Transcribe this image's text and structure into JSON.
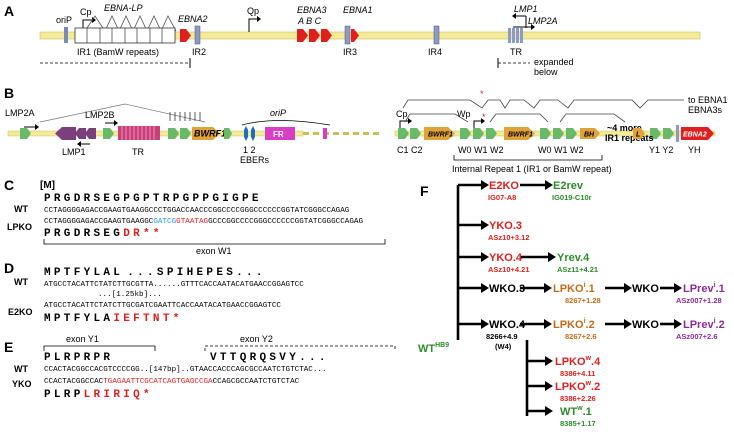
{
  "panels": {
    "a": "A",
    "b": "B",
    "c": "C",
    "d": "D",
    "e": "E",
    "f": "F"
  },
  "panel_a": {
    "orip": "oriP",
    "cp": "Cp",
    "ebna_lp": "EBNA-LP",
    "ebna2": "EBNA2",
    "qp": "Qp",
    "ebna3": "EBNA3",
    "ebna3_sub": "A  B  C",
    "ebna1": "EBNA1",
    "lmp1": "LMP1",
    "lmp2a": "LMP2A",
    "ir1": "IR1 (BamW repeats)",
    "ir2": "IR2",
    "ir3": "IR3",
    "ir4": "IR4",
    "tr": "TR",
    "expanded": "expanded",
    "below": "below"
  },
  "panel_b": {
    "lmp2a": "LMP2A",
    "lmp2b": "LMP2B",
    "lmp1": "LMP1",
    "tr": "TR",
    "bwrf1": "BWRF1",
    "orip": "oriP",
    "fr": "FR",
    "ebers_num": "1  2",
    "ebers": "EBERs",
    "cp": "Cp",
    "wp": "Wp",
    "c1c2": "C1  C2",
    "w0w1w2a": "W0  W1  W2",
    "w0w1w2b": "W0  W1  W2",
    "y1y2": "Y1  Y2",
    "yh": "YH",
    "bh": "BH",
    "l": "L",
    "more_repeats_1": "~4 more",
    "more_repeats_2": "IR1 repeats",
    "to_ebna1": "to EBNA1",
    "ebna3s": "EBNA3s",
    "ebna2": "EBNA2",
    "internal": "Internal Repeat 1 (IR1 or BamW repeat)"
  },
  "panel_c": {
    "m": "[M]",
    "wt_label": "WT",
    "lpko_label": "LPKO",
    "aa_wt": "PRGDRSEGPGPTRPGPPGIGPE",
    "seq_wt": "CCTAGGGGAGACCGAAGTGAAGGCCCTGGACCAACCCGGCCCCGGGCCCCCCGGTATCGGGCCAGAG",
    "seq_ko_1": "CCTAGGGGAGACCGAAGTGAAGGC",
    "seq_ko_2": "GATCG",
    "seq_ko_3": "GTAATAG",
    "seq_ko_4": "GCCCGGCCCCGGGCCCCCCGGTATCGGGCCAGAG",
    "aa_ko_1": "PRGDRSEG",
    "aa_ko_2": "DR**",
    "exon": "exon W1"
  },
  "panel_d": {
    "wt_label": "WT",
    "e2ko_label": "E2KO",
    "aa_wt_1": "MPTFYLAL",
    "aa_wt_2": "...SPIHEPES...",
    "seq_wt_1": "ATGCCTACATTCTATCTTGCGTTA......GTTTCACCAATACATGAACCGGAGTCC",
    "seq_wt_2": "...[1.25kb]...",
    "seq_ko_1": "ATGCCTACATTCTATCTTGCGATCGAATTCACCAATACATGAACCGGAGTCC",
    "aa_ko_1": "MPTFYLA",
    "aa_ko_2": "IEFTNT*"
  },
  "panel_e": {
    "exon_y1": "exon Y1",
    "exon_y2": "exon Y2",
    "wt_label": "WT",
    "yko_label": "YKO",
    "aa_wt_1": "PLRPRPR",
    "aa_wt_2": "VTTQRQSVY...",
    "seq_wt": "CCACTACGGCCACGTCCCCGG..[147bp]..GTAACCACCCAGCGCCAATCTGTCTAC...",
    "seq_ko_1": "CCACTACGGCCAC",
    "seq_ko_2": "TGAGAATTCGCATCAGTGAGCCGA",
    "seq_ko_3": "CCAGCGCCAATCTGTCTAC",
    "aa_ko_1": "PLRP",
    "aa_ko_2": "LRIRIQ*"
  },
  "panel_f": {
    "root": "WT",
    "root_sup": "HB9",
    "e2ko": "E2KO",
    "e2ko_id": "IG07-A8",
    "e2rev": "E2rev",
    "e2rev_id": "IG019-C10r",
    "yko3": "YKO.3",
    "yko3_id": "ASz10+3.12",
    "yko4": "YKO.4",
    "yko4_id": "ASz10+4.21",
    "yrev4": "Yrev.4",
    "yrev4_id": "ASz11+4.21",
    "wko3": "WKO.3",
    "lpko1": "LPKO",
    "lpko1_sup": "i",
    "lpko1_suf": ".1",
    "lpko1_id": "8267+1.28",
    "wko_a": "WKO",
    "lprev1": "LPrev",
    "lprev1_sup": "i",
    "lprev1_suf": ".1",
    "lprev1_id": "ASz007+1.28",
    "wko4": "WKO.4",
    "wko4_id": "8266+4.9",
    "wko4_id2": "(W4)",
    "lpko2": "LPKO",
    "lpko2_sup": "i",
    "lpko2_suf": ".2",
    "lpko2_id": "8267+2.6",
    "wko_b": "WKO",
    "lprev2": "LPrev",
    "lprev2_sup": "i",
    "lprev2_suf": ".2",
    "lprev2_id": "ASz007+2.6",
    "lpkow4": "LPKO",
    "lpkow4_sup": "w",
    "lpkow4_suf": ".4",
    "lpkow4_id": "8386+4.11",
    "lpkow2": "LPKO",
    "lpkow2_sup": "w",
    "lpkow2_suf": ".2",
    "lpkow2_id": "8386+2.26",
    "wtw1": "WT",
    "wtw1_sup": "w",
    "wtw1_suf": ".1",
    "wtw1_id": "8385+1.17"
  },
  "colors": {
    "backbone": "#f3ea9a",
    "ir_box": "#8a9bc9",
    "ebna_red": "#e02020",
    "green_gene": "#6ab86a",
    "orange_gene": "#e0a23a",
    "purple_gene": "#7a3f7c",
    "tr_pink": "#c8407a",
    "fr_magenta": "#d83ec4",
    "ko_red": "#e02020",
    "rev_green": "#2e8b2e",
    "lpko_orange": "#c86a1a",
    "lprev_purple": "#8b2c9a",
    "cyan": "#1e9be0"
  }
}
